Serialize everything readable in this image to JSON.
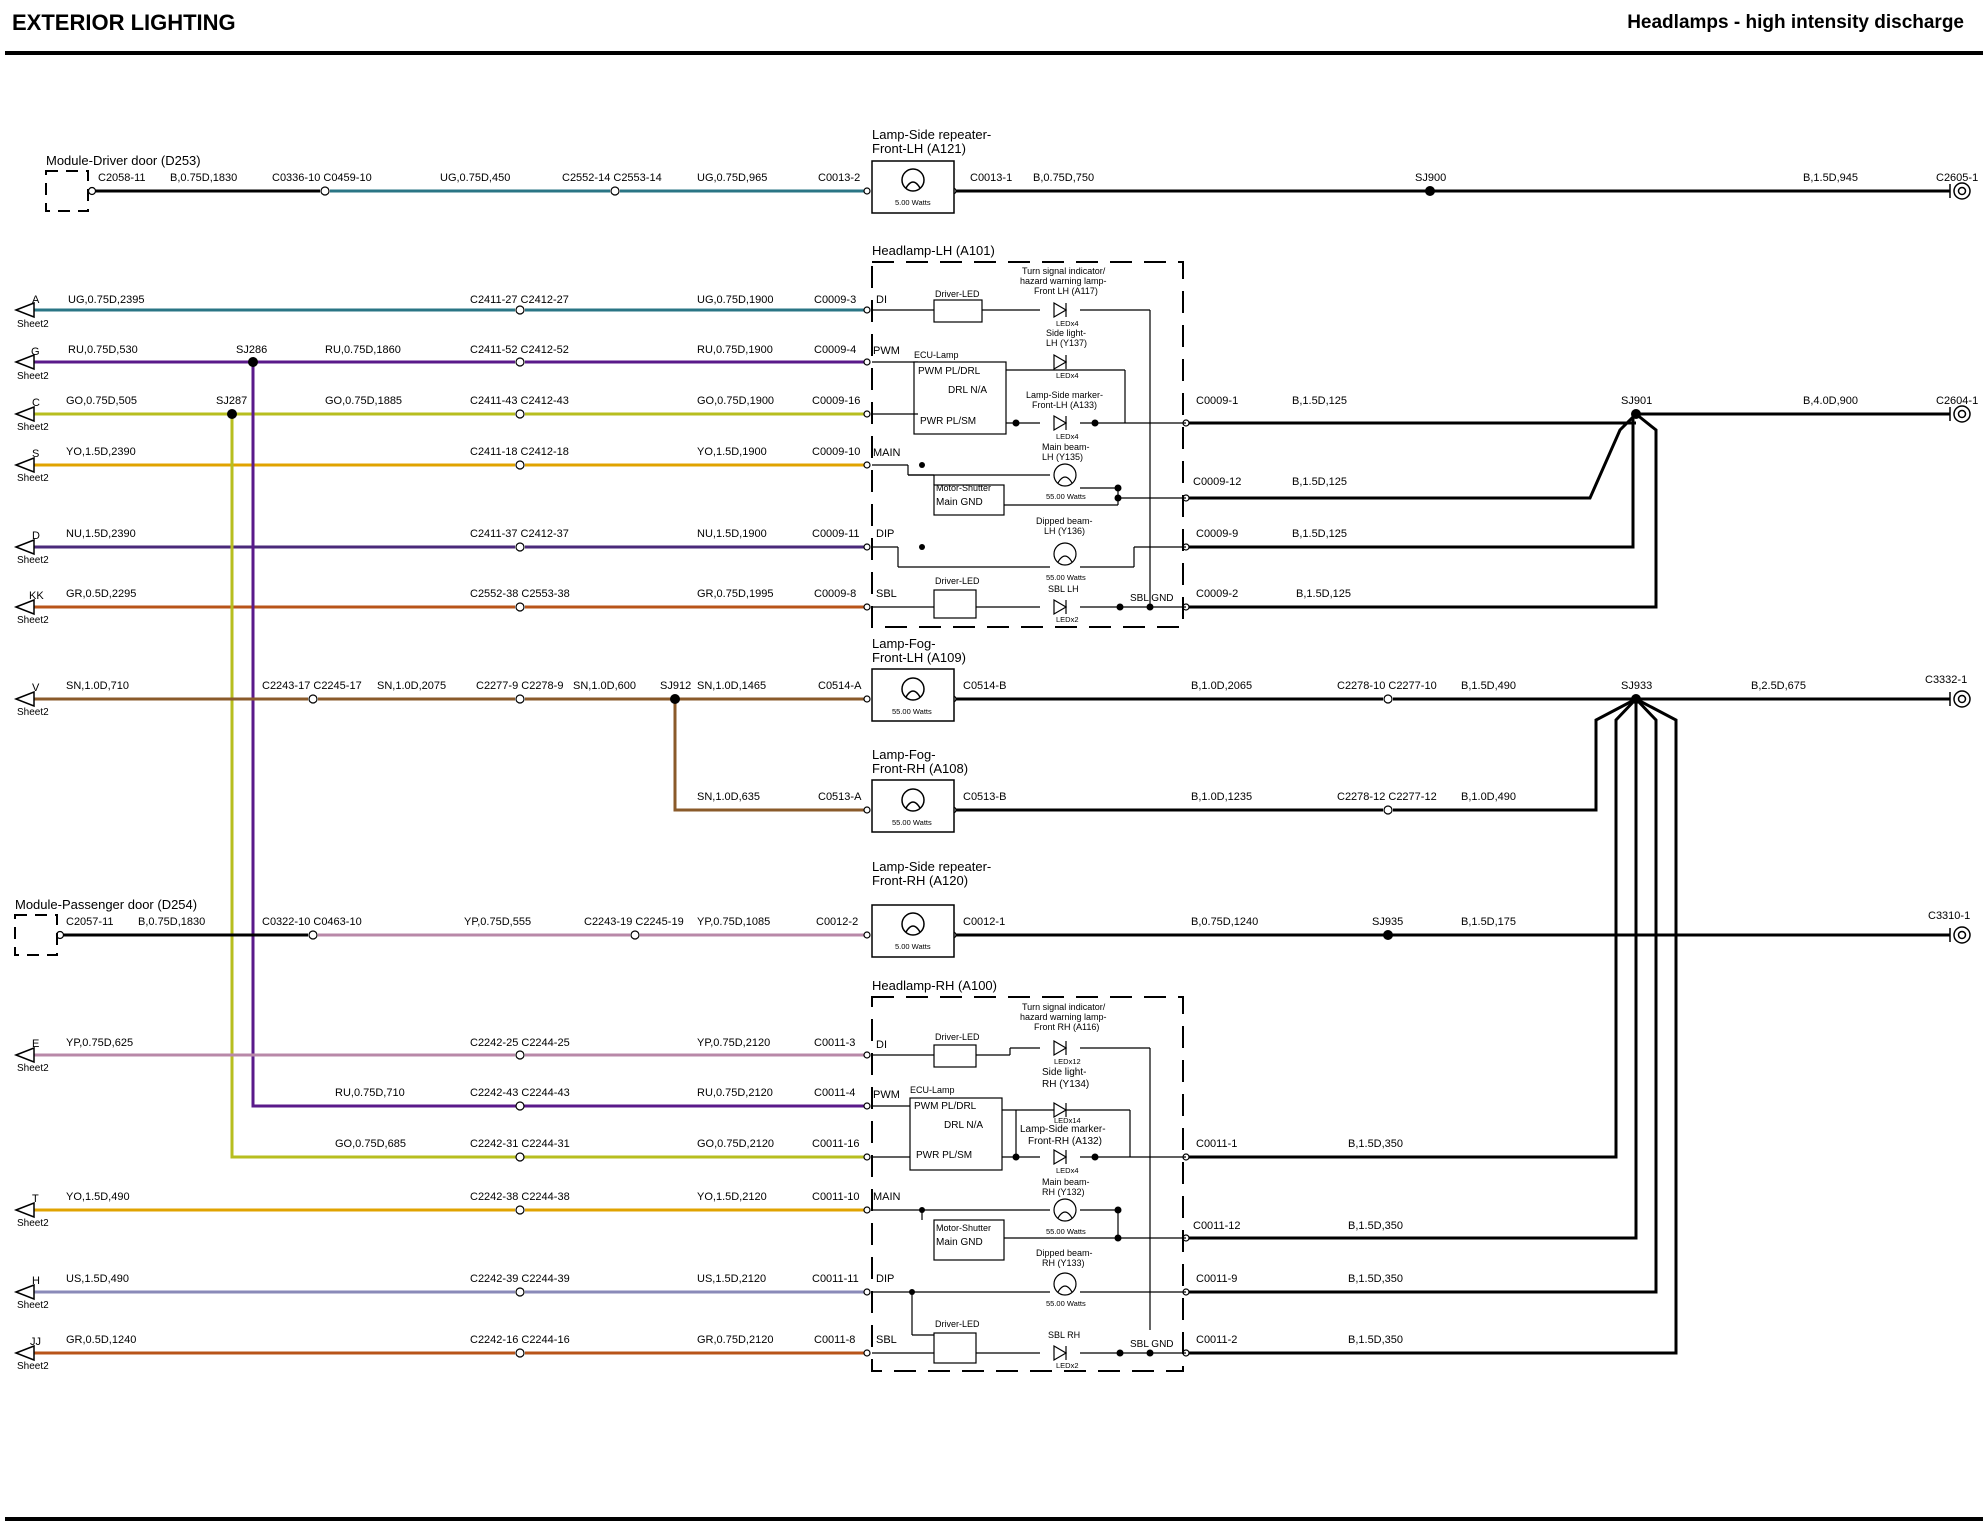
{
  "header": {
    "title": "EXTERIOR LIGHTING",
    "subtitle": "Headlamps - high intensity discharge"
  },
  "colors": {
    "UG": "#2a7585",
    "B": "#000000",
    "RU": "#5a1a8a",
    "GO": "#b7be1f",
    "YO": "#e0a300",
    "NU": "#4a2a7a",
    "GR": "#b8541a",
    "SN": "#8a5a2a",
    "YP": "#b888a8",
    "US": "#8a8ab8"
  },
  "components": {
    "driver_door": "Module-Driver door (D253)",
    "passenger_door": "Module-Passenger door (D254)",
    "side_rep_lh": [
      "Lamp-Side repeater-",
      "Front-LH (A121)"
    ],
    "headlamp_lh": "Headlamp-LH (A101)",
    "fog_lh": [
      "Lamp-Fog-",
      "Front-LH (A109)"
    ],
    "fog_rh": [
      "Lamp-Fog-",
      "Front-RH (A108)"
    ],
    "side_rep_rh": [
      "Lamp-Side repeater-",
      "Front-RH (A120)"
    ],
    "headlamp_rh": "Headlamp-RH (A100)",
    "watts_5": "5.00 Watts",
    "watts_55": "55.00 Watts"
  },
  "internal": {
    "driver_led": "Driver-LED",
    "ecu_lamp": "ECU-Lamp",
    "pwm_pldrl": "PWM PL/DRL",
    "drl_na": "DRL N/A",
    "pwr_plsm": "PWR  PL/SM",
    "motor_shutter": "Motor-Shutter",
    "main_gnd": "Main  GND",
    "sbl_gnd": "SBL GND",
    "lh": {
      "turn": [
        "Turn signal indicator/",
        "hazard warning lamp-",
        "Front LH (A117)"
      ],
      "side": [
        "Side light-",
        "LH (Y137)"
      ],
      "marker": [
        "Lamp-Side marker-",
        "Front-LH (A133)"
      ],
      "main": [
        "Main beam-",
        "LH (Y135)"
      ],
      "dipped": [
        "Dipped beam-",
        "LH (Y136)"
      ],
      "sbl": "SBL LH",
      "led_turn": "LEDx4",
      "led_side": "LEDx4",
      "led_marker": "LEDx4",
      "led_sbl": "LEDx2"
    },
    "rh": {
      "turn": [
        "Turn signal indicator/",
        "hazard warning lamp-",
        "Front RH (A116)"
      ],
      "side": [
        "Side light-",
        "RH (Y134)"
      ],
      "marker": [
        "Lamp-Side marker-",
        "Front-RH (A132)"
      ],
      "main": [
        "Main beam-",
        "RH (Y132)"
      ],
      "dipped": [
        "Dipped beam-",
        "RH (Y133)"
      ],
      "sbl": "SBL RH",
      "led_turn": "LEDx12",
      "led_side": "LEDx14",
      "led_marker": "LEDx4",
      "led_sbl": "LEDx2"
    }
  },
  "pins": {
    "di": "DI",
    "pwm": "PWM",
    "main": "MAIN",
    "dip": "DIP",
    "sbl": "SBL"
  },
  "sheet": "Sheet2",
  "labels": {
    "sig_A": "A",
    "sig_G": "G",
    "sig_C": "C",
    "sig_S": "S",
    "sig_D": "D",
    "sig_KK": "KK",
    "sig_V": "V",
    "sig_E": "E",
    "sig_T": "T",
    "sig_H": "H",
    "sig_JJ": "JJ",
    "w_r1a": "B,0.75D,1830",
    "w_r1b": "UG,0.75D,450",
    "w_r1c": "UG,0.75D,965",
    "w_r1d": "B,0.75D,750",
    "w_r1e": "B,1.5D,945",
    "c_r1a": "C2058-11",
    "c_r1b": "C0336-10 C0459-10",
    "c_r1c": "C2552-14 C2553-14",
    "c_r1d": "C0013-2",
    "c_r1e": "C0013-1",
    "c_r1f": "C2605-1",
    "sj900": "SJ900",
    "w_A1": "UG,0.75D,2395",
    "w_A2": "UG,0.75D,1900",
    "c_A1": "C2411-27 C2412-27",
    "c_A2": "C0009-3",
    "w_G1": "RU,0.75D,530",
    "w_G2": "RU,0.75D,1860",
    "w_G3": "RU,0.75D,1900",
    "c_G1": "C2411-52 C2412-52",
    "c_G2": "C0009-4",
    "sj286": "SJ286",
    "w_C1": "GO,0.75D,505",
    "w_C2": "GO,0.75D,1885",
    "w_C3": "GO,0.75D,1900",
    "c_C1": "C2411-43 C2412-43",
    "c_C2": "C0009-16",
    "sj287": "SJ287",
    "w_C4": "B,1.5D,125",
    "w_C5": "B,4.0D,900",
    "c_C3": "C0009-1",
    "c_C4": "C2604-1",
    "sj901": "SJ901",
    "w_S1": "YO,1.5D,2390",
    "w_S2": "YO,1.5D,1900",
    "c_S1": "C2411-18 C2412-18",
    "c_S2": "C0009-10",
    "w_main_g": "B,1.5D,125",
    "c_main_g": "C0009-12",
    "w_D1": "NU,1.5D,2390",
    "w_D2": "NU,1.5D,1900",
    "c_D1": "C2411-37 C2412-37",
    "c_D2": "C0009-11",
    "w_D3": "B,1.5D,125",
    "c_D3": "C0009-9",
    "w_K1": "GR,0.5D,2295",
    "w_K2": "GR,0.75D,1995",
    "c_K1": "C2552-38 C2553-38",
    "c_K2": "C0009-8",
    "w_K3": "B,1.5D,125",
    "c_K3": "C0009-2",
    "w_V1": "SN,1.0D,710",
    "c_V1": "C2243-17 C2245-17",
    "w_V2": "SN,1.0D,2075",
    "c_V2": "C2277-9 C2278-9",
    "w_V3": "SN,1.0D,600",
    "sj912": "SJ912",
    "w_V4": "SN,1.0D,1465",
    "c_V3": "C0514-A",
    "c_V4": "C0514-B",
    "w_V5": "B,1.0D,2065",
    "c_V5": "C2278-10 C2277-10",
    "w_V6": "B,1.5D,490",
    "sj933": "SJ933",
    "w_V7": "B,2.5D,675",
    "c_V6": "C3332-1",
    "w_F1": "SN,1.0D,635",
    "c_F1": "C0513-A",
    "c_F2": "C0513-B",
    "w_F2": "B,1.0D,1235",
    "c_F3": "C2278-12 C2277-12",
    "w_F3": "B,1.0D,490",
    "c_P1": "C2057-11",
    "w_P1": "B,0.75D,1830",
    "c_P2": "C0322-10 C0463-10",
    "w_P2": "YP,0.75D,555",
    "c_P3": "C2243-19 C2245-19",
    "w_P3": "YP,0.75D,1085",
    "c_P4": "C0012-2",
    "c_P5": "C0012-1",
    "w_P4": "B,0.75D,1240",
    "sj935": "SJ935",
    "w_P5": "B,1.5D,175",
    "c_P6": "C3310-1",
    "w_E1": "YP,0.75D,625",
    "c_E1": "C2242-25 C2244-25",
    "w_E2": "YP,0.75D,2120",
    "c_E2": "C0011-3",
    "w_RG1": "RU,0.75D,710",
    "c_RG1": "C2242-43 C2244-43",
    "w_RG2": "RU,0.75D,2120",
    "c_RG2": "C0011-4",
    "w_RC1": "GO,0.75D,685",
    "c_RC1": "C2242-31 C2244-31",
    "w_RC2": "GO,0.75D,2120",
    "c_RC2": "C0011-16",
    "c_RC3": "C0011-1",
    "w_RC3": "B,1.5D,350",
    "w_T1": "YO,1.5D,490",
    "c_T1": "C2242-38 C2244-38",
    "w_T2": "YO,1.5D,2120",
    "c_T2": "C0011-10",
    "c_T3": "C0011-12",
    "w_T3": "B,1.5D,350",
    "w_H1": "US,1.5D,490",
    "c_H1": "C2242-39 C2244-39",
    "w_H2": "US,1.5D,2120",
    "c_H2": "C0011-11",
    "c_H3": "C0011-9",
    "w_H3": "B,1.5D,350",
    "w_J1": "GR,0.5D,1240",
    "c_J1": "C2242-16 C2244-16",
    "w_J2": "GR,0.75D,2120",
    "c_J2": "C0011-8",
    "c_J3": "C0011-2",
    "w_J3": "B,1.5D,350"
  }
}
